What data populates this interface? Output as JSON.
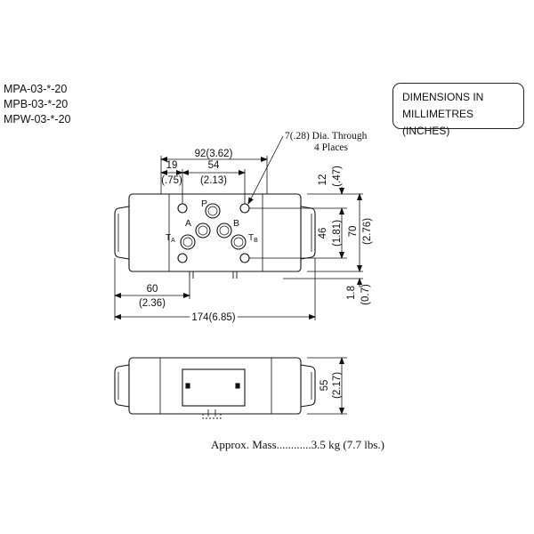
{
  "models": [
    "MPA-03-*-20",
    "MPB-03-*-20",
    "MPW-03-*-20"
  ],
  "units_box": {
    "line1": "DIMENSIONS IN",
    "line2": "MILLIMETRES (INCHES)"
  },
  "hole_note": {
    "line1": "7(.28) Dia. Through",
    "line2": "4 Places"
  },
  "port_labels": {
    "p": "P",
    "a": "A",
    "b": "B",
    "ta_main": "T",
    "ta_sub": "A",
    "tb_main": "T",
    "tb_sub": "B"
  },
  "dimensions": {
    "d92": "92(3.62)",
    "d19": "19",
    "d19_in": "(.75)",
    "d54": "54",
    "d54_in": "(2.13)",
    "d12": "12",
    "d12_in": "(.47)",
    "d46": "46",
    "d46_in": "(1.81)",
    "d70": "70",
    "d70_in": "(2.76)",
    "d1_8": "1.8",
    "d1_8_in": "(0.7)",
    "d60": "60",
    "d60_in": "(2.36)",
    "d174": "174(6.85)",
    "d55": "55",
    "d55_in": "(2.17)"
  },
  "mass_note": "Approx. Mass............3.5 kg (7.7 lbs.)"
}
